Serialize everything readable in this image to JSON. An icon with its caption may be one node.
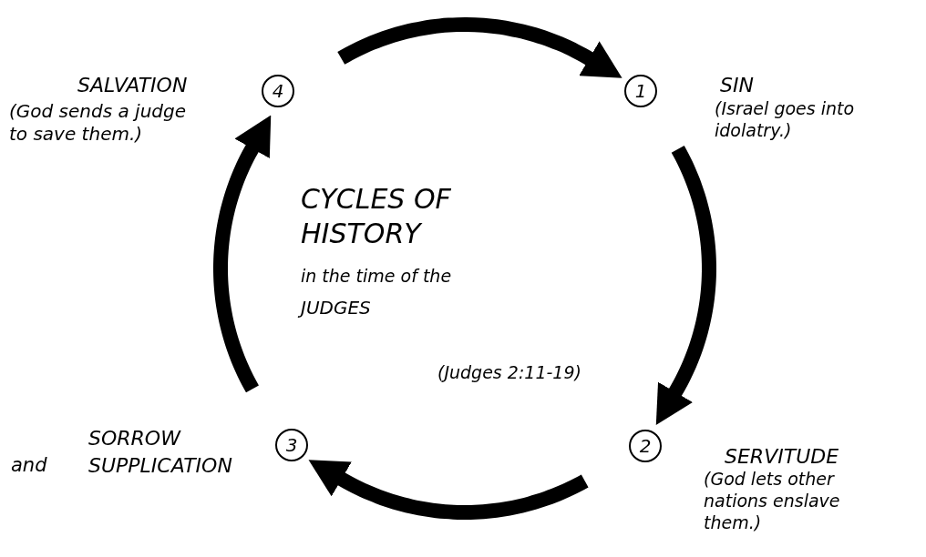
{
  "diagram": {
    "nodes": [
      {
        "text": [
          "4"
        ],
        "beside": [
          "SALVATION",
          "(God sends a judge to save them.)"
        ]
      },
      {
        "text": [
          "1"
        ],
        "beside": [
          "SIN",
          "(Israel goes into idolatry.)"
        ]
      },
      {
        "text": [
          "3"
        ],
        "beside": [
          "SORROW",
          "and",
          "SUPPLICATION"
        ]
      },
      {
        "text": [
          "2"
        ],
        "beside": [
          "SERVITUDE",
          "(God lets other nations enslave them.)"
        ]
      }
    ],
    "edges": [
      {
        "from": 0,
        "to": 1,
        "arrow": "to"
      },
      {
        "from": 1,
        "to": 3,
        "arrow": "to"
      },
      {
        "from": 3,
        "to": 2,
        "arrow": "to"
      },
      {
        "from": 2,
        "to": 0,
        "arrow": "to"
      }
    ],
    "labels": [
      "CYCLES OF HISTORY",
      "in the time of the",
      "JUDGES",
      "(Judges 2:11-19)"
    ]
  }
}
